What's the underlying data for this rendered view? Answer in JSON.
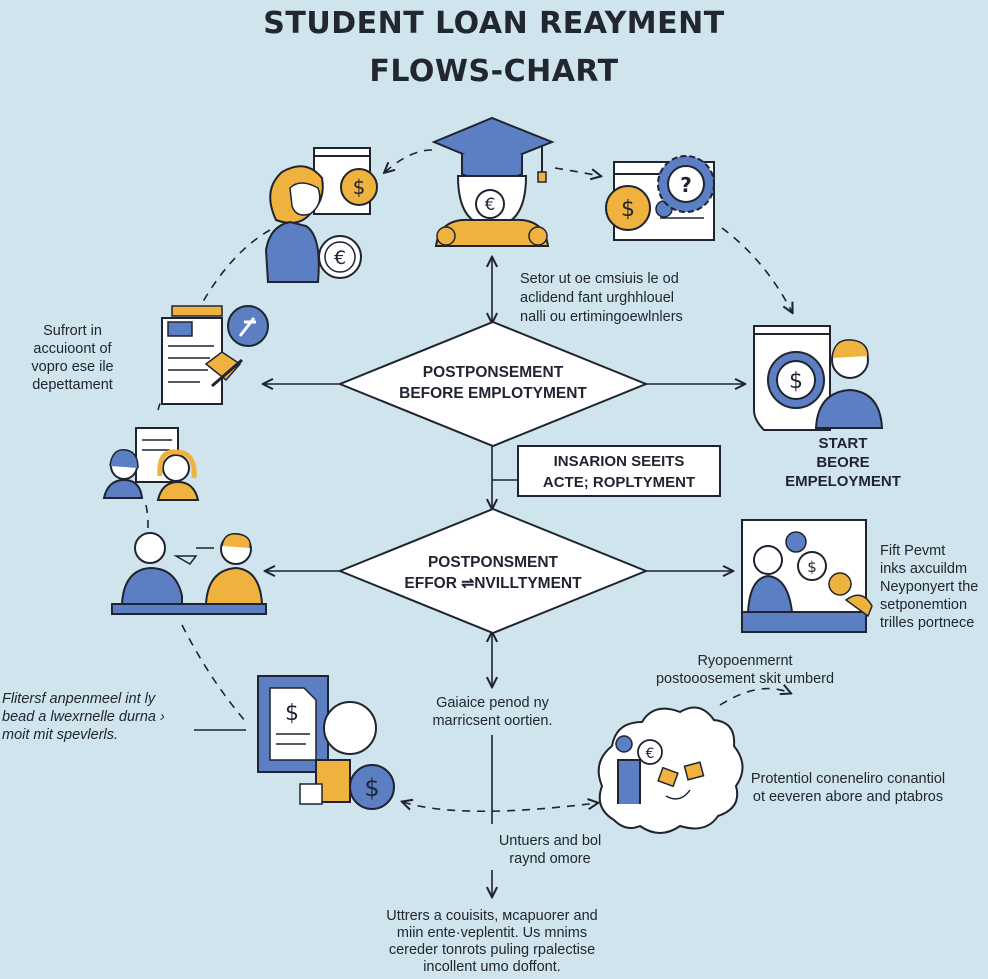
{
  "title_line1": "STUDENT LOAN REAYMENT",
  "title_line2": "FLOWS-CHART",
  "colors": {
    "background": "#cfe4ec",
    "blue": "#5b7fc2",
    "gold": "#f0b23f",
    "dark": "#1f2430"
  },
  "icons": [
    "graduation-cap-icon",
    "student-icon",
    "woman-coin-icon",
    "euro-coin-icon",
    "dollar-gear-document-icon",
    "question-gear-icon",
    "checklist-document-icon",
    "two-women-icon",
    "two-people-desk-icon",
    "dollar-person-screen-icon",
    "presentation-board-icon",
    "dollar-document-icon",
    "euro-person-cloud-icon"
  ],
  "nodes": {
    "diamond1": "POSTPONSEMENT\nBEFORE EMPLOTYMENT",
    "box": "INSARION SEEITS\nACTE; ROPLTYMENT",
    "diamond2": "POSTPONSMENT\nEFFOR ⇌NVILLTYMENT",
    "start": "START\nBEORE\nEMPELOYMENT"
  },
  "labels": {
    "top_right": "Setor ut oe cmsiuis le od\naclidend fant urghhlouel\nnalli ou ertimingoewlnlers",
    "left_mid": "Sufrort in\naccuioont of\nvopro ese ile\ndepettament",
    "right_mid": "Fift Pevmt\ninks axcuildm\nNeyponyert the\nsetponemtion\ntrilles portnece",
    "right_lower": "Ryopoenmernt\npostooosement skit umberd",
    "grace": "Gaiaice penod ny\nmarricsent oortien.",
    "left_lower": "Flitersf anpenmeel int ly\nbead a lwexrnelle durna ›\nmoit mit spevlerls.",
    "bottom_right": "Protentiol coneneliro conantiol\not eeveren abore and ptabros",
    "bottom_mid": "Untuers and bol\nraynd omore",
    "bottom": "Uttrers a couisits, мcapuorer and\nmiin ente·veplentit. Us mnims\ncereder tonrots puling rpalectise\nincollent umo doffont."
  }
}
